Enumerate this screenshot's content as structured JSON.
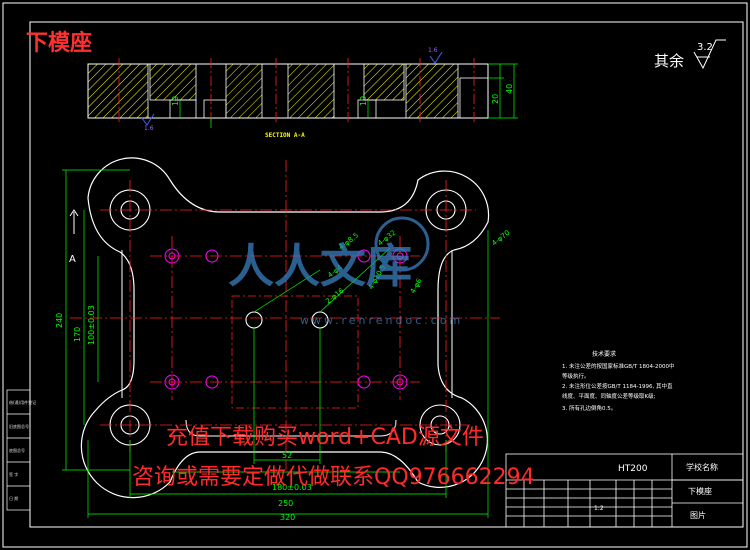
{
  "drawing": {
    "title": "下模座",
    "section_label": "SECTION A-A",
    "view_marker": "A",
    "roughness_other_label": "其余",
    "roughness_other_value": "3.2",
    "roughness_top": "1.6",
    "roughness_bottom": "1.6"
  },
  "section_dims": {
    "d19a": "19",
    "d19b": "19",
    "d20": "20",
    "d40": "40"
  },
  "plan_dims": {
    "d240": "240",
    "d170": "170",
    "d100": "100±0.03",
    "d52": "52",
    "d180": "180±0.03",
    "d250": "250",
    "d320": "320"
  },
  "hole_callouts": {
    "c1": "4-φ8.5",
    "c2": "4-φ32",
    "c3": "4-φ70",
    "c4": "4-φ4",
    "c5": "4-φ10.5",
    "c6": "2-φ16",
    "c7": "4-φ6"
  },
  "notes": {
    "heading": "技术要求",
    "lines": [
      "1. 未注公差的按国家标准GB/T 1804-2000中",
      "   等级执行。",
      "2. 未注形位公差按GB/T 1184-1996, 其中直",
      "   线度、平面度、同轴度公差等级取K级;",
      "3. 所有孔边倒角0.5。"
    ]
  },
  "title_block": {
    "material": "HT200",
    "school": "学校名称",
    "part_name": "下模座",
    "drawing_no": "图片",
    "scale": "1:2"
  },
  "side_strip": [
    "借(通)用件登记",
    "旧底图总号",
    "底图总号",
    "签 字",
    "日 期"
  ],
  "watermark": {
    "brand": "人人文库",
    "url": "www.renrendoc.com"
  },
  "ad": {
    "line1": "充值下载购买word+CAD源文件",
    "line2": "咨询或需要定做代做联系QQ976662294"
  },
  "colors": {
    "background": "#000000",
    "outline": "#ffffff",
    "centerline": "#ff2020",
    "dimension": "#00ff00",
    "hatch": "#ffff00",
    "hole": "#ff00ff",
    "title_red": "#ff3030",
    "watermark_blue": "#3a7fc0"
  }
}
